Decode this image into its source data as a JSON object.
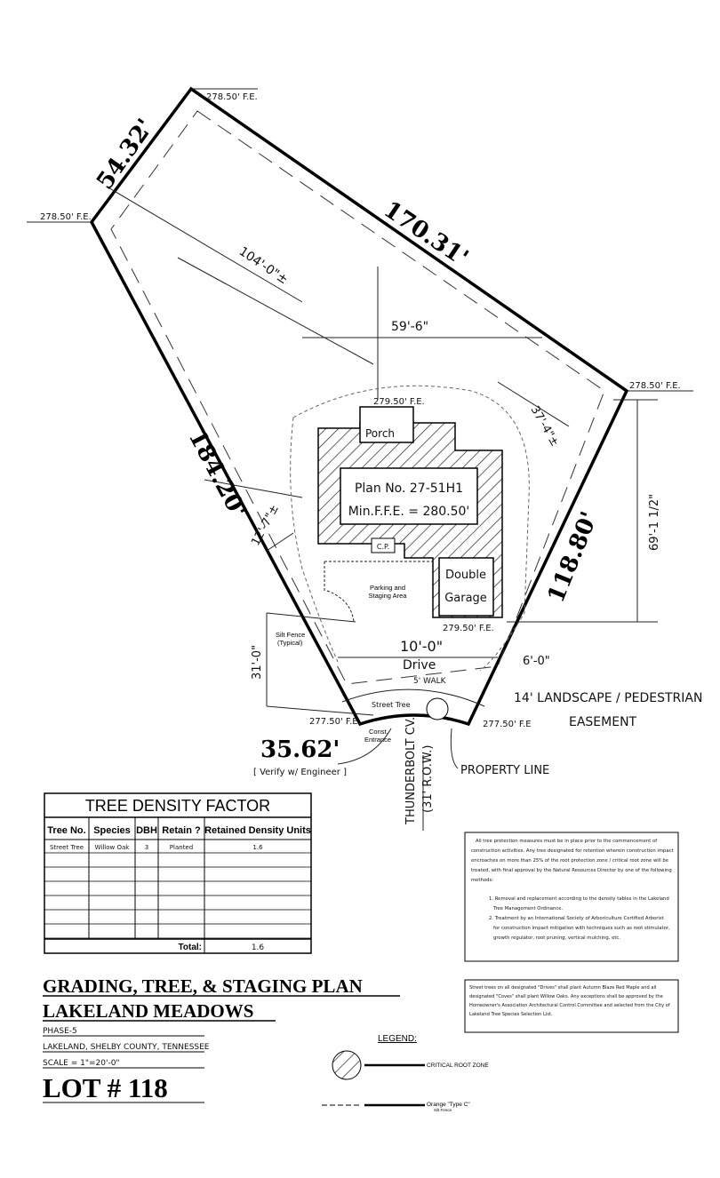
{
  "plan": {
    "lot_lines": {
      "top_left": "54.32'",
      "top_right": "170.31'",
      "left": "184.20'",
      "right": "118.80'",
      "front": "35.62'"
    },
    "elevations": {
      "top": "278.50' F.E.",
      "left": "278.50' F.E.",
      "right": "278.50' F.E.",
      "house_rear": "279.50' F.E.",
      "house_front": "279.50' F.E.",
      "front_left": "277.50' F.E",
      "front_right": "277.50' F.E"
    },
    "dimensions": {
      "depth": "104'-0\"±",
      "width": "59'-6\"",
      "rear_setback": "37'-4\"±",
      "side_depth": "69'-1 1/2\"",
      "side_setback": "12'-7\"±",
      "front_setback": "31'-0\"",
      "drive_width": "10'-0\"",
      "side_right": "6'-0\""
    },
    "labels": {
      "porch": "Porch",
      "plan_no": "Plan No. 27-51H1",
      "min_ffe": "Min.F.F.E. = 280.50'",
      "garage_1": "Double",
      "garage_2": "Garage",
      "parking_1": "Parking and",
      "parking_2": "Staging Area",
      "silt_1": "Silt Fence",
      "silt_2": "(Typical)",
      "drive": "Drive",
      "walk": "5' WALK",
      "street_tree": "Street Tree",
      "const_1": "Const.",
      "const_2": "Entrance",
      "cp": "C.P.",
      "easement_1": "14' LANDSCAPE / PEDESTRIAN",
      "easement_2": "EASEMENT",
      "street": "THUNDERBOLT CV.",
      "row": "(31' R.O.W.)",
      "verify": "[ Verify w/ Engineer ]",
      "property_line": "PROPERTY LINE"
    }
  },
  "tree_table": {
    "title": "TREE DENSITY FACTOR",
    "headers": [
      "Tree No.",
      "Species",
      "DBH",
      "Retain ?",
      "Retained Density Units"
    ],
    "rows": [
      [
        "Street Tree",
        "Willow Oak",
        "3",
        "Planted",
        "1.6"
      ]
    ],
    "total_label": "Total:",
    "total_value": "1.6"
  },
  "notes": {
    "main": [
      "All tree protection measures must be in place prior to the commencement of",
      "construction activities. Any tree designated for retention wherein construction impact",
      "encroaches on more than 25% of the root protection zone / critical root zone will be",
      "treated, with final approval by the Natural Resources Director by one of the following",
      "methods:"
    ],
    "items": [
      [
        "1.  Removal and replacement according to the density tables in the Lakeland",
        "Tree Management Ordinance."
      ],
      [
        "2.  Treatment by an International Society of Arboriculture Certified Arborist",
        "for construction impact mitigation with techniques such as root stimulator,",
        "growth regulator, root pruning, vertical mulching, etc."
      ]
    ],
    "street_trees": [
      "Street trees on all designated \"Drives\" shall plant Autumn Blaze Red Maple and all",
      "designated \"Coves\" shall plant Willow Oaks. Any exceptions shall be approved by the",
      "Homeowner's Association Architectural Control Committee and selected from the City of",
      "Lakeland Tree Species Selection List."
    ]
  },
  "title_block": {
    "title": "GRADING, TREE, & STAGING PLAN",
    "subdivision": "LAKELAND MEADOWS",
    "phase": "PHASE-5",
    "location": "LAKELAND, SHELBY COUNTY, TENNESSEE",
    "scale": "SCALE = 1\"=20'-0\"",
    "lot": "LOT # 118"
  },
  "legend": {
    "title": "LEGEND:",
    "critical_root_zone": "CRITICAL ROOT ZONE",
    "silt_fence_1": "Orange \"Type C\"",
    "silt_fence_2": "Silt Fence"
  }
}
